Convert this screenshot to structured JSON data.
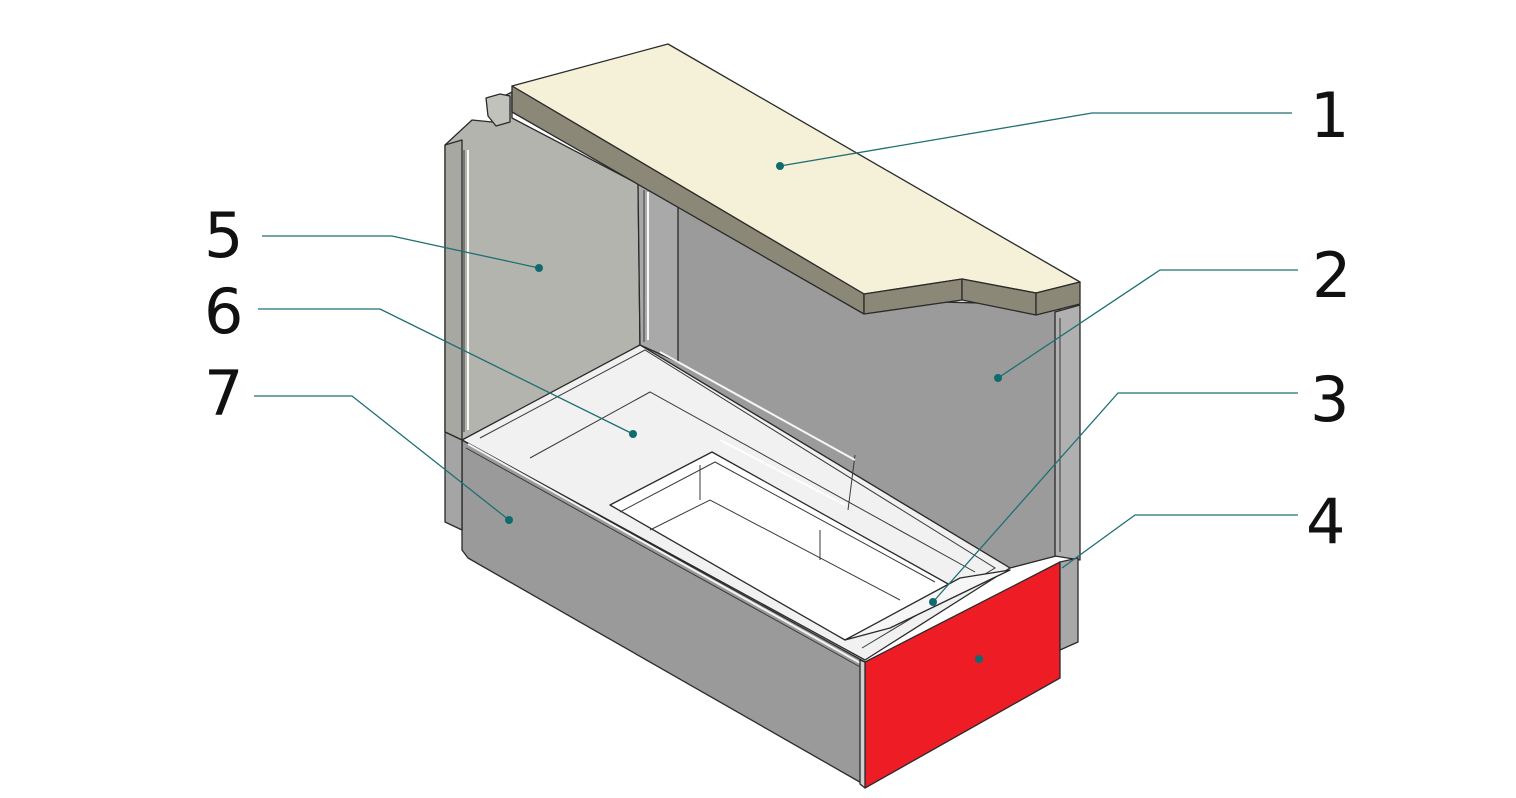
{
  "colors": {
    "lid_top": "#f5f0d8",
    "lid_side": "#8b8877",
    "panel_light": "#b4b4af",
    "panel_dark": "#9b9b9b",
    "tray_inner": "#f2f2f2",
    "front_panel_red": "#ee1c25",
    "leader": "#1f6f73",
    "dot": "#0f6b6e"
  },
  "callouts": [
    {
      "id": "1",
      "label": "1"
    },
    {
      "id": "2",
      "label": "2"
    },
    {
      "id": "3",
      "label": "3"
    },
    {
      "id": "4",
      "label": "4"
    },
    {
      "id": "5",
      "label": "5"
    },
    {
      "id": "6",
      "label": "6"
    },
    {
      "id": "7",
      "label": "7"
    }
  ]
}
